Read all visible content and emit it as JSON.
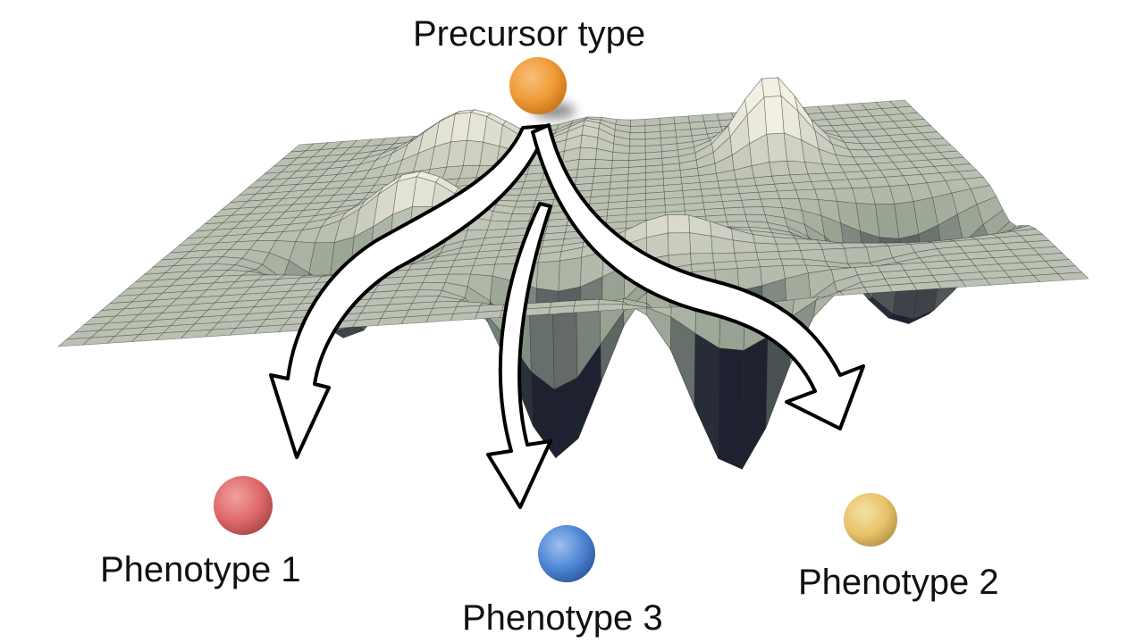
{
  "labels": {
    "precursor": "Precursor type",
    "phenotype_1": "Phenotype 1",
    "phenotype_2": "Phenotype 2",
    "phenotype_3": "Phenotype 3"
  },
  "colors": {
    "precursor_ball": "#ef9a37",
    "phenotype_1_ball": "#e0686a",
    "phenotype_2_ball": "#e8c46a",
    "phenotype_3_ball": "#4e86d4",
    "surface_high": "#f2efe3",
    "surface_mid": "#9aa595",
    "surface_low": "#1e2230",
    "arrow_fill": "#ffffff",
    "arrow_stroke": "#000000"
  },
  "icons": {
    "arrows": [
      "arrow-to-phenotype-1-icon",
      "arrow-to-phenotype-3-icon",
      "arrow-to-phenotype-2-icon"
    ]
  }
}
